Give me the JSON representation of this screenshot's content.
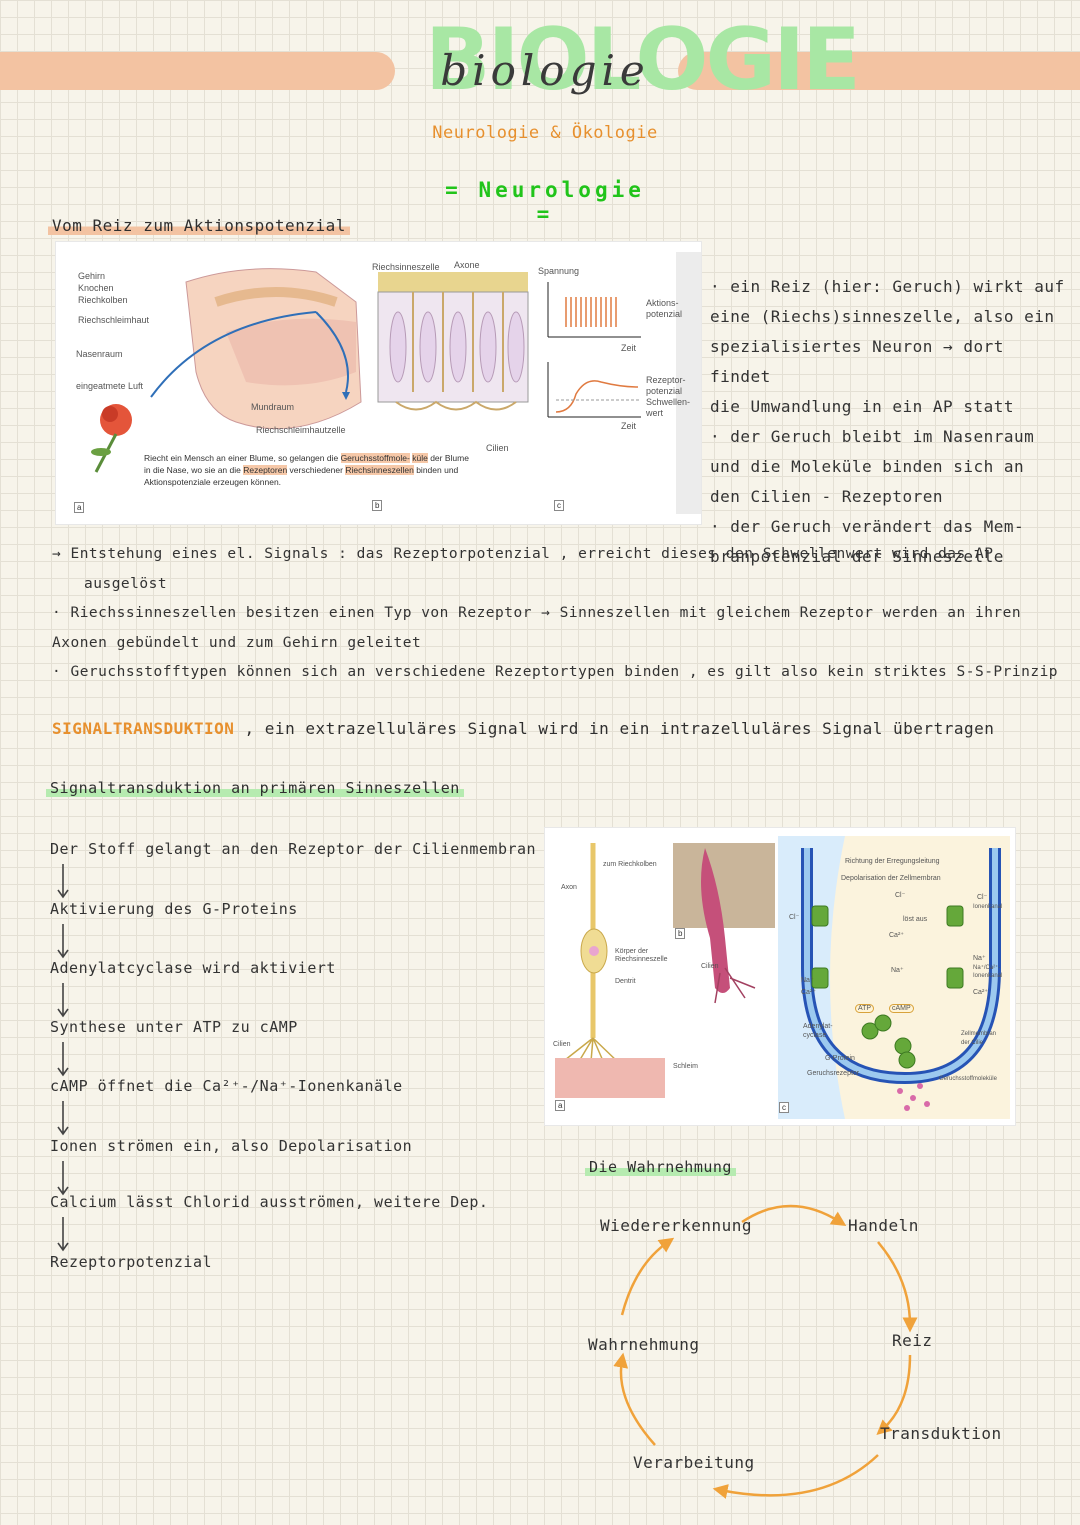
{
  "header": {
    "title_big": "BIOLOGIE",
    "title_script": "biologie",
    "subtitle": "Neurologie & Ökologie",
    "section": "Neurologie",
    "section_deco_left": "=",
    "section_deco_right": "="
  },
  "section1": {
    "heading": "Vom Reiz zum Aktionspotenzial",
    "figure": {
      "labels_a": [
        "Gehirn",
        "Knochen",
        "Riechkolben",
        "Riechschleimhaut",
        "Nasenraum",
        "eingeatmete Luft",
        "Mundraum",
        "Riechschleimhautzelle"
      ],
      "labels_b": [
        "Riechsinneszelle",
        "Axone",
        "Cilien"
      ],
      "labels_c": [
        "Spannung",
        "Aktions-",
        "potenzial",
        "Zeit",
        "Rezeptor-",
        "potenzial",
        "Schwellen-",
        "wert",
        "Zeit"
      ],
      "caption_1": "Riecht ein Mensch an einer Blume, so gelangen die ",
      "caption_hl1": "Geruchsstoffmole-",
      "caption_hl2": "küle",
      "caption_2": " der Blume in die Nase, wo sie an die ",
      "caption_hl3": "Rezeptoren",
      "caption_3": " verschiedener",
      "caption_hl4": "Riechsinneszellen",
      "caption_4": " binden und Aktionspotenziale erzeugen können.",
      "letters": [
        "a",
        "b",
        "c"
      ]
    },
    "side_notes": [
      "· ein Reiz (hier: Geruch) wirkt auf",
      "eine (Riechs)sinneszelle, also ein",
      "spezialisiertes Neuron → dort findet",
      "die Umwandlung in ein AP statt",
      "· der Geruch bleibt im Nasenraum",
      "und die Moleküle binden sich an",
      "den Cilien - Rezeptoren",
      "· der Geruch verändert das Mem-",
      "branpotenzial der Sinneszelle"
    ],
    "paragraph": [
      "→ Entstehung eines el. Signals : das Rezeptorpotenzial , erreicht dieses den Schwellenwert wird das AP",
      "ausgelöst",
      "· Riechssinneszellen besitzen einen Typ von Rezeptor → Sinneszellen mit gleichem Rezeptor werden an ihren",
      "Axonen gebündelt und zum Gehirn geleitet",
      "· Geruchsstofftypen können sich an verschiedene Rezeptortypen binden , es gilt also kein striktes S-S-Prinzip"
    ]
  },
  "signaltransduktion": {
    "term": "SIGNALTRANSDUKTION",
    "definition": ", ein extrazelluläres Signal wird in ein intrazelluläres Signal übertragen"
  },
  "section2": {
    "heading": "Signaltransduktion an primären Sinneszellen",
    "flow": [
      "Der Stoff gelangt an den Rezeptor der Cilienmembran",
      "Aktivierung des G-Proteins",
      "Adenylatcyclase wird aktiviert",
      "Synthese unter ATP zu cAMP",
      "cAMP öffnet die Ca²⁺-/Na⁺-Ionenkanäle",
      "Ionen strömen ein, also Depolarisation",
      "Calcium lässt Chlorid ausströmen, weitere Dep.",
      "Rezeptorpotenzial"
    ],
    "figure": {
      "labels_a": [
        "zum Riechkolben",
        "Axon",
        "Körper der",
        "Riechsinneszelle",
        "Dentrit",
        "Cilien",
        "Schleim"
      ],
      "labels_b": [
        "Cilien"
      ],
      "labels_c": [
        "Richtung der Erregungsleitung",
        "Depolarisation der Zellmembran",
        "Cl⁻",
        "Cl⁻",
        "löst aus",
        "Ca²⁺",
        "Cl⁻",
        "Ionenkanal",
        "Na⁺",
        "Na⁺",
        "Ca²⁺",
        "Na⁺",
        "Na⁺/Ca²⁺-",
        "Ionenkanal",
        "Ca²⁺",
        "ATP",
        "cAMP",
        "Adenylat-",
        "cyclase",
        "G-Protein",
        "Geruchsrezeptor",
        "Zellmembran",
        "der Cilie",
        "Geruchsstoffmoleküle"
      ],
      "letters": [
        "a",
        "b",
        "c"
      ]
    }
  },
  "wahrnehmung": {
    "heading": "Die Wahrnehmung",
    "cycle": [
      "Wiedererkennung",
      "Handeln",
      "Reiz",
      "Transduktion",
      "Verarbeitung",
      "Wahrnehmung"
    ]
  },
  "colors": {
    "accent_orange": "#e7902e",
    "accent_green": "#21c41a",
    "highlight_peach": "#f3c3a2",
    "highlight_green": "#b6ebb0"
  }
}
